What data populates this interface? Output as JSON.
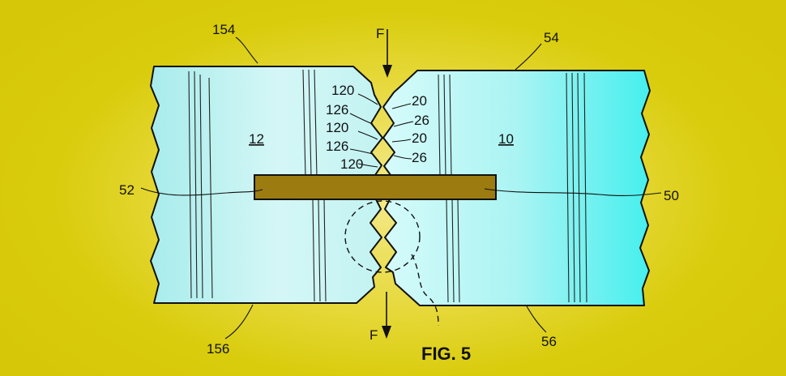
{
  "figure": {
    "caption": "FIG. 5",
    "colors": {
      "background": "#d9cc0c",
      "panel_light": "#c6f2f0",
      "panel_edge": "#49f0ee",
      "spline": "#9c7c10",
      "outline": "#111111"
    },
    "labels": {
      "panel_left": "12",
      "panel_right": "10",
      "top_left_edge": "154",
      "top_right_edge": "54",
      "bottom_left_edge": "156",
      "bottom_right_edge": "56",
      "spline_left": "52",
      "spline_right": "50",
      "force_top": "F",
      "force_bottom": "F",
      "left_teeth": [
        "120",
        "126",
        "120",
        "126",
        "120"
      ],
      "right_teeth": [
        "20",
        "26",
        "20",
        "26"
      ]
    }
  }
}
